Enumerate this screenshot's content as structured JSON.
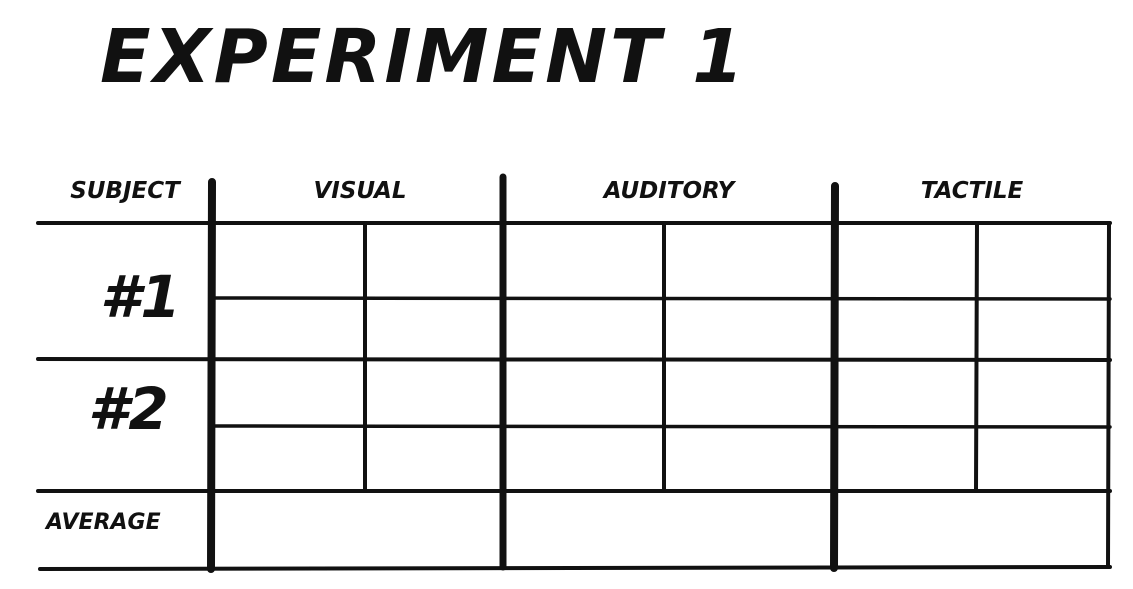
{
  "title": "Experiment 1",
  "table": {
    "headers": {
      "subject": "Subject",
      "visual": "Visual",
      "auditory": "Auditory",
      "tactile": "Tactile"
    },
    "rows": {
      "subject_1": "#1",
      "subject_2": "#2",
      "average": "Average"
    }
  }
}
